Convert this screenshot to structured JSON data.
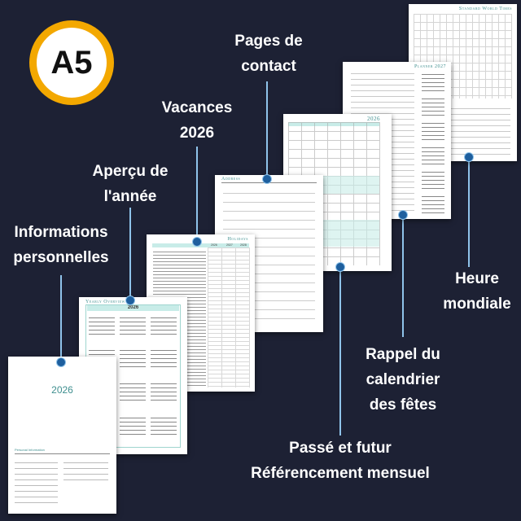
{
  "badge": {
    "text": "A5",
    "ring_color": "#f3a800"
  },
  "labels": {
    "personal": [
      "Informations",
      "personnelles"
    ],
    "year_overview": [
      "Aperçu de",
      "l'année"
    ],
    "holidays": [
      "Vacances",
      "2026"
    ],
    "contacts": [
      "Pages de",
      "contact"
    ],
    "world_time": [
      "Heure",
      "mondiale"
    ],
    "holiday_reminder": [
      "Rappel du",
      "calendrier",
      "des fêtes"
    ],
    "monthly_reference": [
      "Passé et futur",
      "Référencement mensuel"
    ]
  },
  "pages": {
    "personal": {
      "year": "2026",
      "heading": "Personal Information"
    },
    "yearly": {
      "heading": "Yearly Overview",
      "year": "2026"
    },
    "holidays": {
      "heading": "Holidays",
      "cols": [
        "2026",
        "2027",
        "2028"
      ]
    },
    "address": {
      "heading": "Address"
    },
    "monthly": {
      "year": "2026"
    },
    "planner": {
      "heading": "Planner 2027"
    },
    "world": {
      "heading": "Standard World Times"
    }
  },
  "colors": {
    "background": "#1d2134",
    "accent": "#3f8f8f",
    "connector": "#8fc3ea",
    "dot": "#1e5f9e"
  }
}
